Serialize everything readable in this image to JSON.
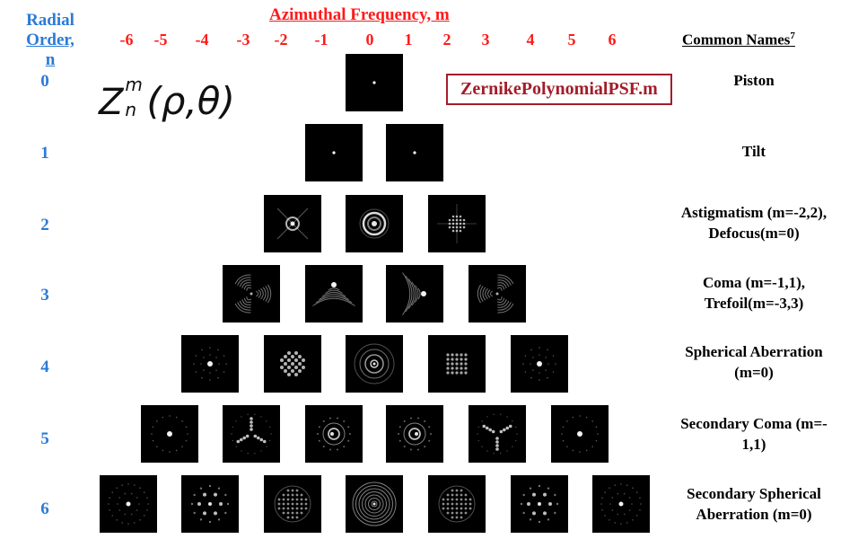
{
  "header": {
    "azimuthal_label": "Azimuthal Frequency, m",
    "radial_label_line1": "Radial",
    "radial_label_line2": "Order, n",
    "common_names_label": "Common Names",
    "common_names_sup": "7",
    "frequencies": [
      "-6",
      "-5",
      "-4",
      "-3",
      "-2",
      "-1",
      "0",
      "1",
      "2",
      "3",
      "4",
      "5",
      "6"
    ]
  },
  "formula": {
    "base": "Z",
    "sup": "m",
    "sub": "n",
    "args": "(ρ,θ)"
  },
  "file_button": {
    "label": "ZernikePolynomialPSF.m"
  },
  "rows": [
    {
      "n": "0",
      "name_line1": "Piston",
      "name_line2": ""
    },
    {
      "n": "1",
      "name_line1": "Tilt",
      "name_line2": ""
    },
    {
      "n": "2",
      "name_line1": "Astigmatism (m=-2,2),",
      "name_line2": "Defocus(m=0)"
    },
    {
      "n": "3",
      "name_line1": "Coma (m=-1,1),",
      "name_line2": "Trefoil(m=-3,3)"
    },
    {
      "n": "4",
      "name_line1": "Spherical Aberration",
      "name_line2": "(m=0)"
    },
    {
      "n": "5",
      "name_line1": "Secondary Coma (m=-",
      "name_line2": "1,1)"
    },
    {
      "n": "6",
      "name_line1": "Secondary Spherical",
      "name_line2": "Aberration (m=0)"
    }
  ],
  "colors": {
    "azimuthal": "#ff1a1a",
    "radial": "#2b7bd6",
    "button_border": "#a31d2a",
    "tile_bg": "#000000"
  },
  "psf_pattern_names": [
    "point",
    "point",
    "point",
    "star-cross",
    "rings",
    "diamond-grid",
    "trefoil-swirl",
    "coma-up",
    "coma-right",
    "trefoil-swirl-right",
    "dot-speckle",
    "diamond-lattice",
    "concentric-rings",
    "square-lattice",
    "dot-speckle",
    "dot-ring",
    "triad-swirl",
    "ring-speckle",
    "ring-speckle-right",
    "triad-swirl-right",
    "dot-ring",
    "speckle-ring",
    "hex-ring",
    "lattice-ring",
    "concentric-fine",
    "lattice-ring",
    "hex-ring",
    "speckle-ring"
  ]
}
